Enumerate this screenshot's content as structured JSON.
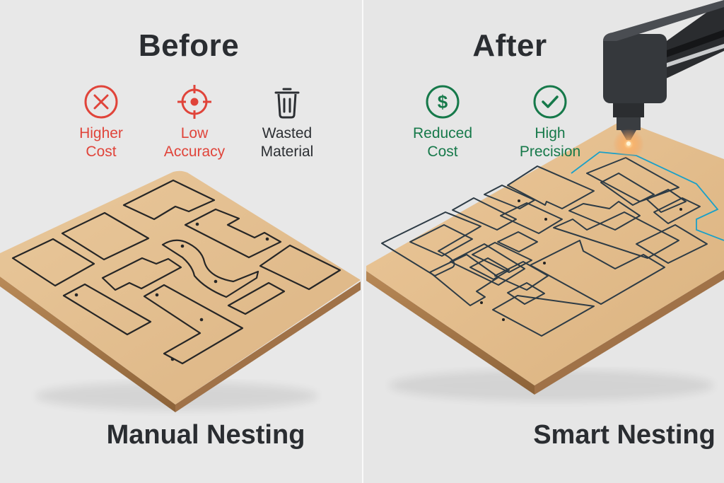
{
  "left_panel": {
    "title": "Before",
    "subtitle": "Manual Nesting",
    "benefits": [
      {
        "icon": "x-circle-icon",
        "line1": "Higher",
        "line2": "Cost",
        "color": "#e0443a"
      },
      {
        "icon": "target-icon",
        "line1": "Low",
        "line2": "Accuracy",
        "color": "#e0443a"
      },
      {
        "icon": "trash-icon",
        "line1": "Wasted",
        "line2": "Material",
        "color": "#2c2f33"
      }
    ]
  },
  "right_panel": {
    "title": "After",
    "subtitle": "Smart Nesting",
    "benefits": [
      {
        "icon": "dollar-circle-icon",
        "line1": "Reduced",
        "line2": "Cost",
        "color": "#16794a"
      },
      {
        "icon": "check-circle-icon",
        "line1": "High",
        "line2": "Precision",
        "color": "#16794a"
      }
    ]
  },
  "colors": {
    "background": "#e8e8e8",
    "board_top": "#e3bf8f",
    "board_edge": "#a97a4c",
    "cut_line": "#2a2a2a",
    "laser_path": "#1aa0c8"
  }
}
